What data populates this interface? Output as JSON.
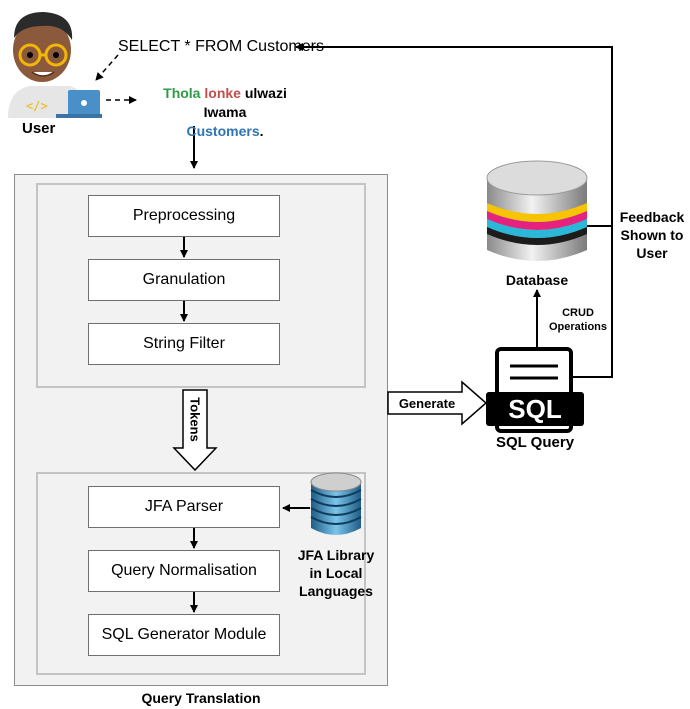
{
  "user": {
    "label": "User",
    "query_english": "SELECT * FROM Customers",
    "query_local": {
      "word1": "Thola",
      "word2": "lonke",
      "word3": "ulwazi Iwama",
      "word4": "Customers",
      "period": "."
    }
  },
  "query_translation": {
    "title": "Query Translation",
    "preprocess_steps": [
      "Preprocessing",
      "Granulation",
      "String Filter"
    ],
    "tokens_label": "Tokens",
    "parse_steps": [
      "JFA Parser",
      "Query Normalisation",
      "SQL Generator Module"
    ]
  },
  "jfa_library": {
    "label": "JFA Library in Local Languages",
    "line1": "JFA Library",
    "line2": "in Local",
    "line3": "Languages"
  },
  "generate_label": "Generate",
  "sql_query": {
    "icon_text": "SQL",
    "label": "SQL Query"
  },
  "database": {
    "label": "Database"
  },
  "crud": {
    "line1": "CRUD",
    "line2": "Operations"
  },
  "feedback": {
    "line1": "Feedback",
    "line2": "Shown to",
    "line3": "User"
  },
  "colors": {
    "thola": "#2e9b47",
    "lonke": "#c0504d",
    "customers": "#2e75b6"
  },
  "icons": [
    "user-avatar-icon",
    "laptop-icon",
    "database-icon",
    "sql-document-icon",
    "jfa-library-icon"
  ]
}
